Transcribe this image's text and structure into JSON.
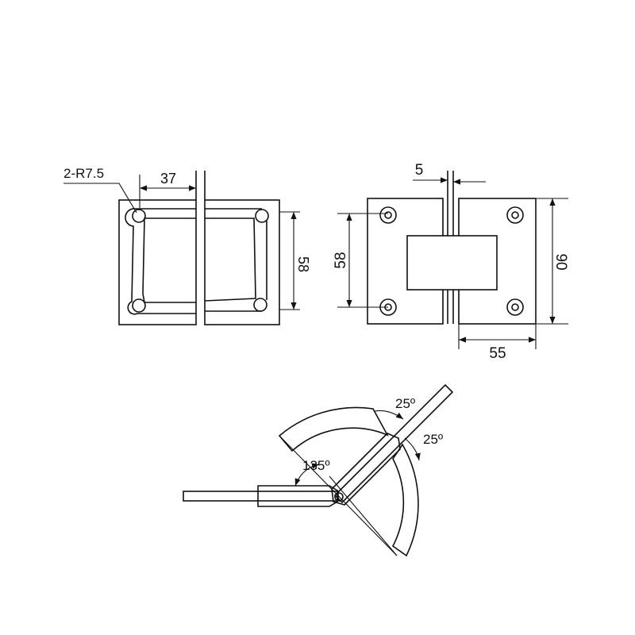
{
  "drawing": {
    "radius_callout": "2-R7.5",
    "front_view": {
      "dim_width": "37",
      "dim_height": "58"
    },
    "side_view": {
      "dim_gap": "5",
      "dim_hole_spacing": "58",
      "dim_height": "90",
      "dim_leaf_width": "55"
    },
    "angle_view": {
      "dim_upper_angle": "25º",
      "dim_right_angle": "25º",
      "dim_open_angle": "135º"
    }
  }
}
